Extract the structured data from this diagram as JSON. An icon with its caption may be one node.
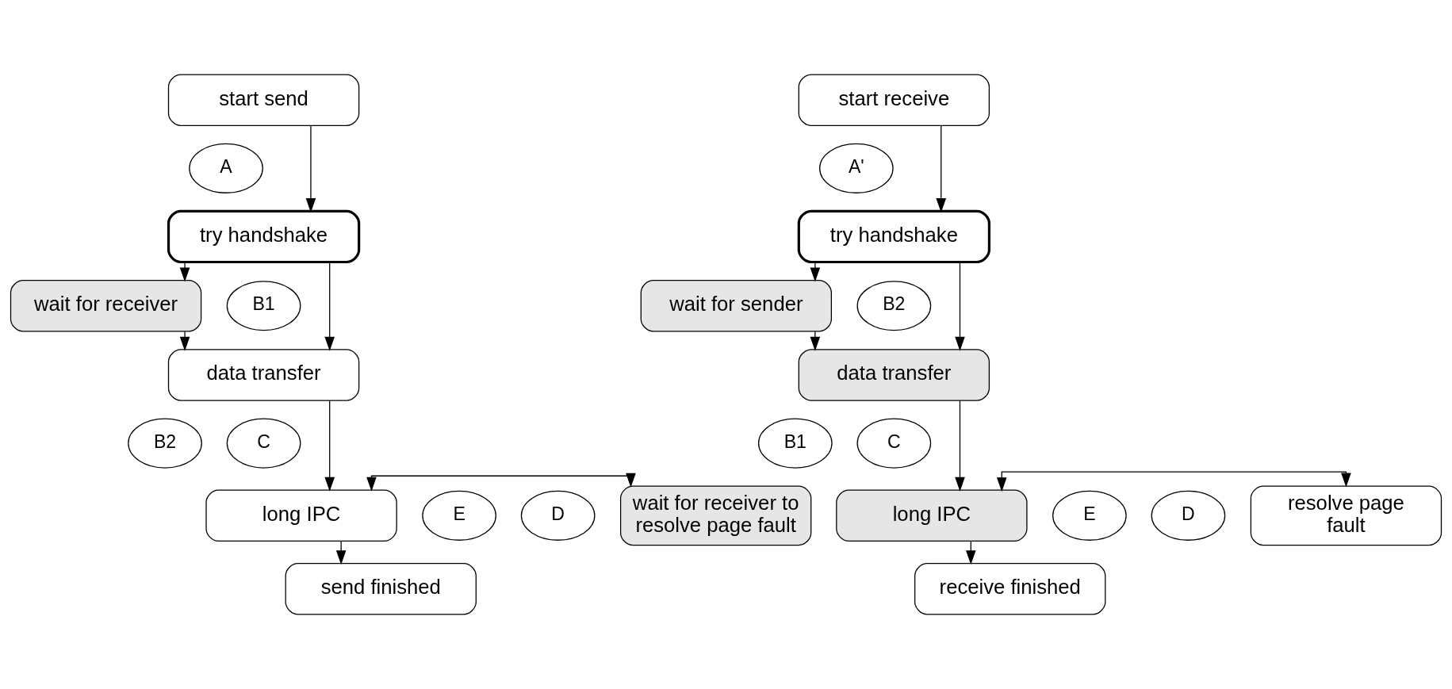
{
  "diagram": {
    "nodes": [
      {
        "text": [
          "start send"
        ]
      },
      {
        "text": [
          "A"
        ]
      },
      {
        "text": [
          "try handshake"
        ]
      },
      {
        "text": [
          "wait for receiver"
        ]
      },
      {
        "text": [
          "B1"
        ]
      },
      {
        "text": [
          "data transfer"
        ]
      },
      {
        "text": [
          "B2"
        ]
      },
      {
        "text": [
          "C"
        ]
      },
      {
        "text": [
          "long IPC"
        ]
      },
      {
        "text": [
          "wait for receiver to resolve page fault"
        ]
      },
      {
        "text": [
          "D"
        ]
      },
      {
        "text": [
          "E"
        ]
      },
      {
        "text": [
          "send finished"
        ]
      },
      {
        "text": [
          "start receive"
        ]
      },
      {
        "text": [
          "A'"
        ]
      },
      {
        "text": [
          "try handshake"
        ]
      },
      {
        "text": [
          "wait for sender"
        ]
      },
      {
        "text": [
          "B2"
        ]
      },
      {
        "text": [
          "data transfer"
        ]
      },
      {
        "text": [
          "B1"
        ]
      },
      {
        "text": [
          "C"
        ]
      },
      {
        "text": [
          "long IPC"
        ]
      },
      {
        "text": [
          "resolve page fault"
        ]
      },
      {
        "text": [
          "D"
        ]
      },
      {
        "text": [
          "E"
        ]
      },
      {
        "text": [
          "receive finished"
        ]
      }
    ],
    "edges": [
      {
        "from": 0,
        "to": 2,
        "arrow": "to"
      },
      {
        "from": 2,
        "to": 3,
        "arrow": "to"
      },
      {
        "from": 2,
        "to": 5,
        "arrow": "to"
      },
      {
        "from": 3,
        "to": 5,
        "arrow": "to"
      },
      {
        "from": 5,
        "to": 8,
        "arrow": "to"
      },
      {
        "from": 8,
        "to": 9,
        "arrow": "both"
      },
      {
        "from": 8,
        "to": 12,
        "arrow": "to"
      },
      {
        "from": 13,
        "to": 15,
        "arrow": "to"
      },
      {
        "from": 15,
        "to": 16,
        "arrow": "to"
      },
      {
        "from": 15,
        "to": 18,
        "arrow": "to"
      },
      {
        "from": 16,
        "to": 18,
        "arrow": "to"
      },
      {
        "from": 18,
        "to": 21,
        "arrow": "to"
      },
      {
        "from": 21,
        "to": 22,
        "arrow": "both"
      },
      {
        "from": 21,
        "to": 25,
        "arrow": "to"
      }
    ]
  }
}
